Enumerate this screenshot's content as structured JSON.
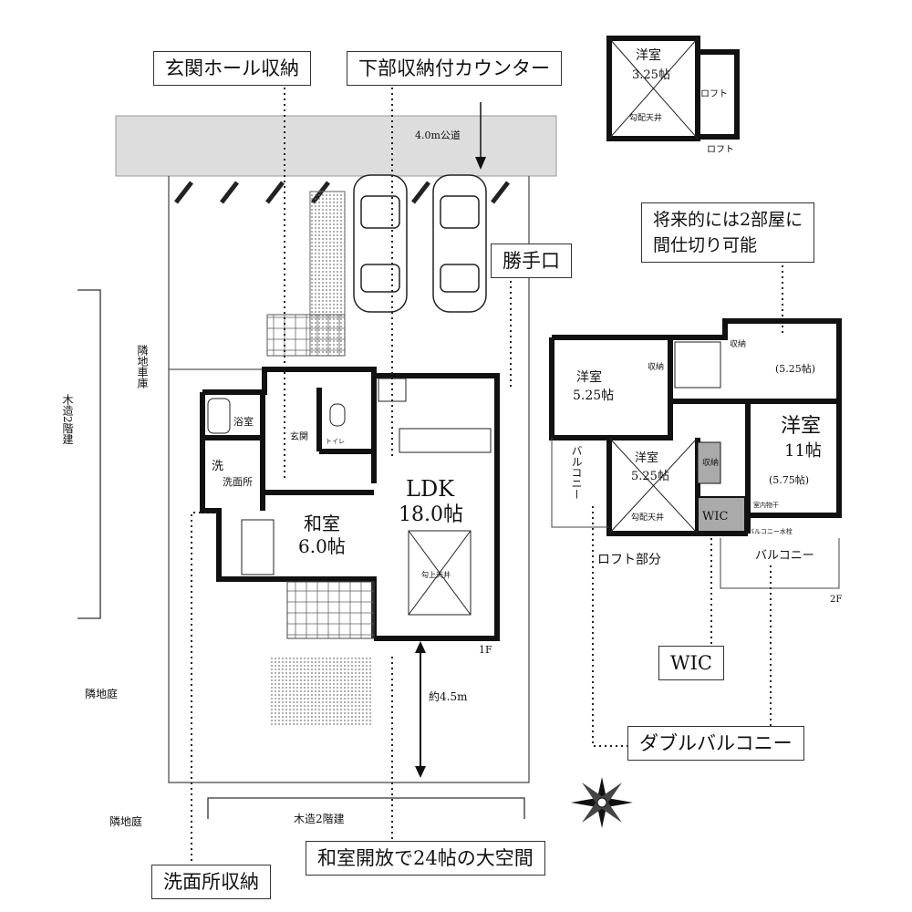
{
  "callouts": {
    "entrance_storage": "玄関ホール収納",
    "counter": "下部収納付カウンター",
    "side_door": "勝手口",
    "future_partition": "将来的には2部屋に\n間仕切り可能",
    "wic": "WIC",
    "double_balcony": "ダブルバルコニー",
    "washroom_storage": "洗面所収納",
    "open_space": "和室開放で24帖の大空間"
  },
  "site": {
    "road": "4.0m公道",
    "neighbor_garage": "隣地車庫",
    "neighbor_house_left": "木造2階建",
    "neighbor_garden_left": "隣地庭",
    "neighbor_garden_bottom": "隣地庭",
    "neighbor_house_bottom": "木造2階建",
    "distance": "約4.5m"
  },
  "floor1": {
    "floor_label": "1F",
    "ldk": "LDK",
    "ldk_size": "18.0帖",
    "washitsu": "和室",
    "washitsu_size": "6.0帖",
    "bath": "浴室",
    "genkan": "玄関",
    "toilet": "トイレ",
    "washroom": "洗面所",
    "wash_short": "洗",
    "ceiling_note": "勾上天井"
  },
  "floor2": {
    "floor_label": "2F",
    "room_a": "洋室",
    "room_a_size": "5.25帖",
    "room_b": "(5.25帖)",
    "room_main": "洋室",
    "room_main_size": "11帖",
    "room_main_sub": "(5.75帖)",
    "room_c": "洋室",
    "room_c_size": "5.25帖",
    "slope_ceiling": "勾配天井",
    "storage": "収納",
    "wic": "WIC",
    "balcony_left": "バルコニー",
    "balcony_right": "バルコニー",
    "loft_part": "ロフト部分",
    "balcony_faucet": "バルコニー水栓",
    "indoor_dry": "室内物干"
  },
  "loft": {
    "room": "洋室",
    "size": "3.25帖",
    "loft1": "ロフト",
    "loft2": "ロフト",
    "slope_ceiling": "勾配天井"
  }
}
